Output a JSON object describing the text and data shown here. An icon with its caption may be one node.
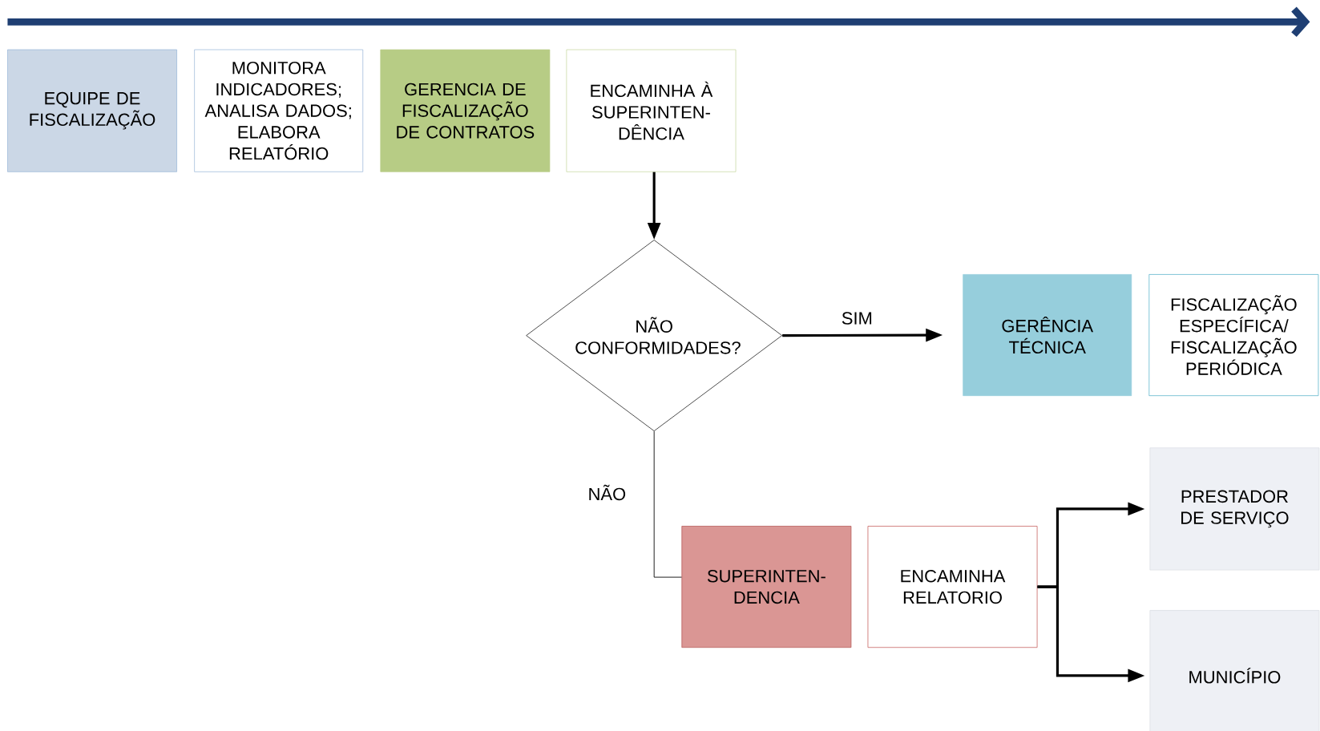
{
  "diagram": {
    "nodes": [
      {
        "text": [
          "EQUIPE DE FISCALIZAÇÃO"
        ]
      },
      {
        "text": [
          "MONITORA INDICADORES; ANALISA DADOS; ELABORA RELATÓRIO"
        ]
      },
      {
        "text": [
          "GERENCIA DE FISCALIZAÇÃO DE CONTRATOS"
        ]
      },
      {
        "text": [
          "ENCAMINHA À SUPERINTEN- DÊNCIA"
        ]
      },
      {
        "text": [
          "NÃO CONFORMIDADES?"
        ]
      },
      {
        "text": [
          "GERÊNCIA TÉCNICA"
        ]
      },
      {
        "text": [
          "FISCALIZAÇÃO ESPECÍFICA/ FISCALIZAÇÃO PERIÓDICA"
        ]
      },
      {
        "text": [
          "PRESTADOR DE SERVIÇO"
        ]
      },
      {
        "text": [
          "SUPERINTEN- DENCIA"
        ]
      },
      {
        "text": [
          "ENCAMINHA RELATORIO"
        ]
      },
      {
        "text": [
          "MUNICÍPIO"
        ]
      }
    ],
    "edges": [
      {
        "from": 3,
        "to": 4,
        "arrow": "to"
      },
      {
        "from": 4,
        "to": 5,
        "arrow": "to",
        "label": "SIM"
      },
      {
        "from": 4,
        "to": 8,
        "arrow": "none",
        "label": "NÃO"
      },
      {
        "from": 9,
        "to": 7,
        "arrow": "to"
      },
      {
        "from": 9,
        "to": 10,
        "arrow": "to"
      }
    ]
  }
}
